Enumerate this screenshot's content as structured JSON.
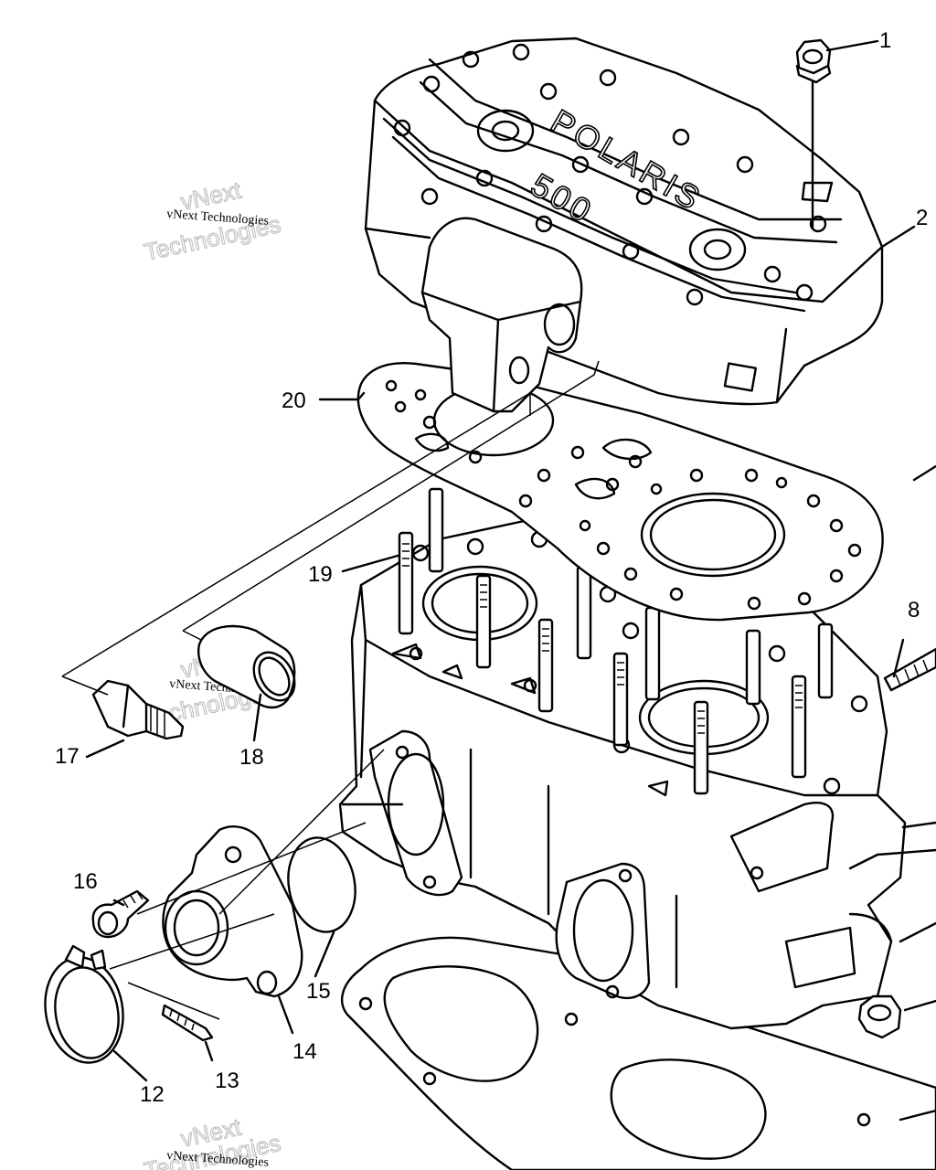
{
  "callouts": [
    {
      "id": "1",
      "label": "1"
    },
    {
      "id": "2",
      "label": "2"
    },
    {
      "id": "8",
      "label": "8"
    },
    {
      "id": "12",
      "label": "12"
    },
    {
      "id": "13",
      "label": "13"
    },
    {
      "id": "14",
      "label": "14"
    },
    {
      "id": "15",
      "label": "15"
    },
    {
      "id": "16",
      "label": "16"
    },
    {
      "id": "17",
      "label": "17"
    },
    {
      "id": "18",
      "label": "18"
    },
    {
      "id": "19",
      "label": "19"
    },
    {
      "id": "20",
      "label": "20"
    }
  ],
  "watermark": {
    "line_small": "vNext Technologies",
    "line_large_1": "vNext",
    "line_large_2": "Technologies"
  },
  "head_cover_embossing": {
    "brand": "POLARIS",
    "model": "500"
  },
  "colors": {
    "line": "#000000",
    "background": "#ffffff",
    "watermark": "#bdbdbd"
  }
}
